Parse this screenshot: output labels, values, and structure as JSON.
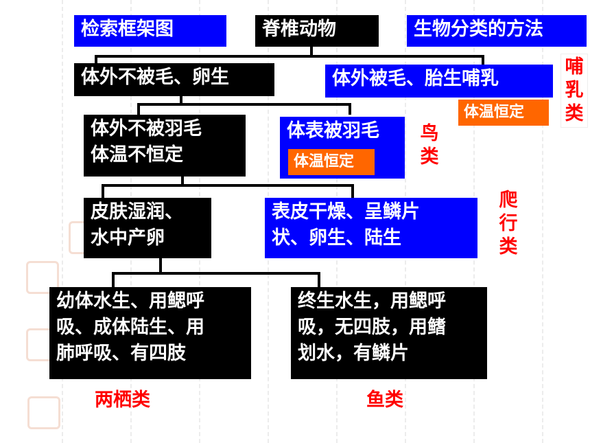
{
  "header": {
    "framework_label": "检索框架图",
    "root_label": "脊椎动物",
    "method_label": "生物分类的方法"
  },
  "level1": {
    "left": "体外不被毛、卵生",
    "right": "体外被毛、胎生哺乳",
    "right_tag": "体温恒定"
  },
  "level2": {
    "left_line1": "体外不被羽毛",
    "left_line2": "体温不恒定",
    "right": "体表被羽毛",
    "right_tag": "体温恒定"
  },
  "level3": {
    "left_line1": "皮肤湿润、",
    "left_line2": "水中产卵",
    "right_line1": "表皮干燥、呈鳞片",
    "right_line2": "状、卵生、陆生"
  },
  "level4": {
    "left_line1": "幼体水生、用鳃呼",
    "left_line2": "吸、成体陆生、用",
    "left_line3": "肺呼吸、有四肢",
    "right_line1": "终生水生，用鳃呼",
    "right_line2": "吸，无四肢，用鳍",
    "right_line3": "划水，有鳞片"
  },
  "class_labels": {
    "mammals": [
      "哺",
      "乳",
      "类"
    ],
    "birds": [
      "鸟",
      "类"
    ],
    "reptiles": [
      "爬",
      "行",
      "类"
    ],
    "amphibians": "两栖类",
    "fish": "鱼类"
  },
  "colors": {
    "black_box": "#000000",
    "blue_box": "#0000ff",
    "orange_tag": "#ff6600",
    "class_label": "#ff0000"
  }
}
